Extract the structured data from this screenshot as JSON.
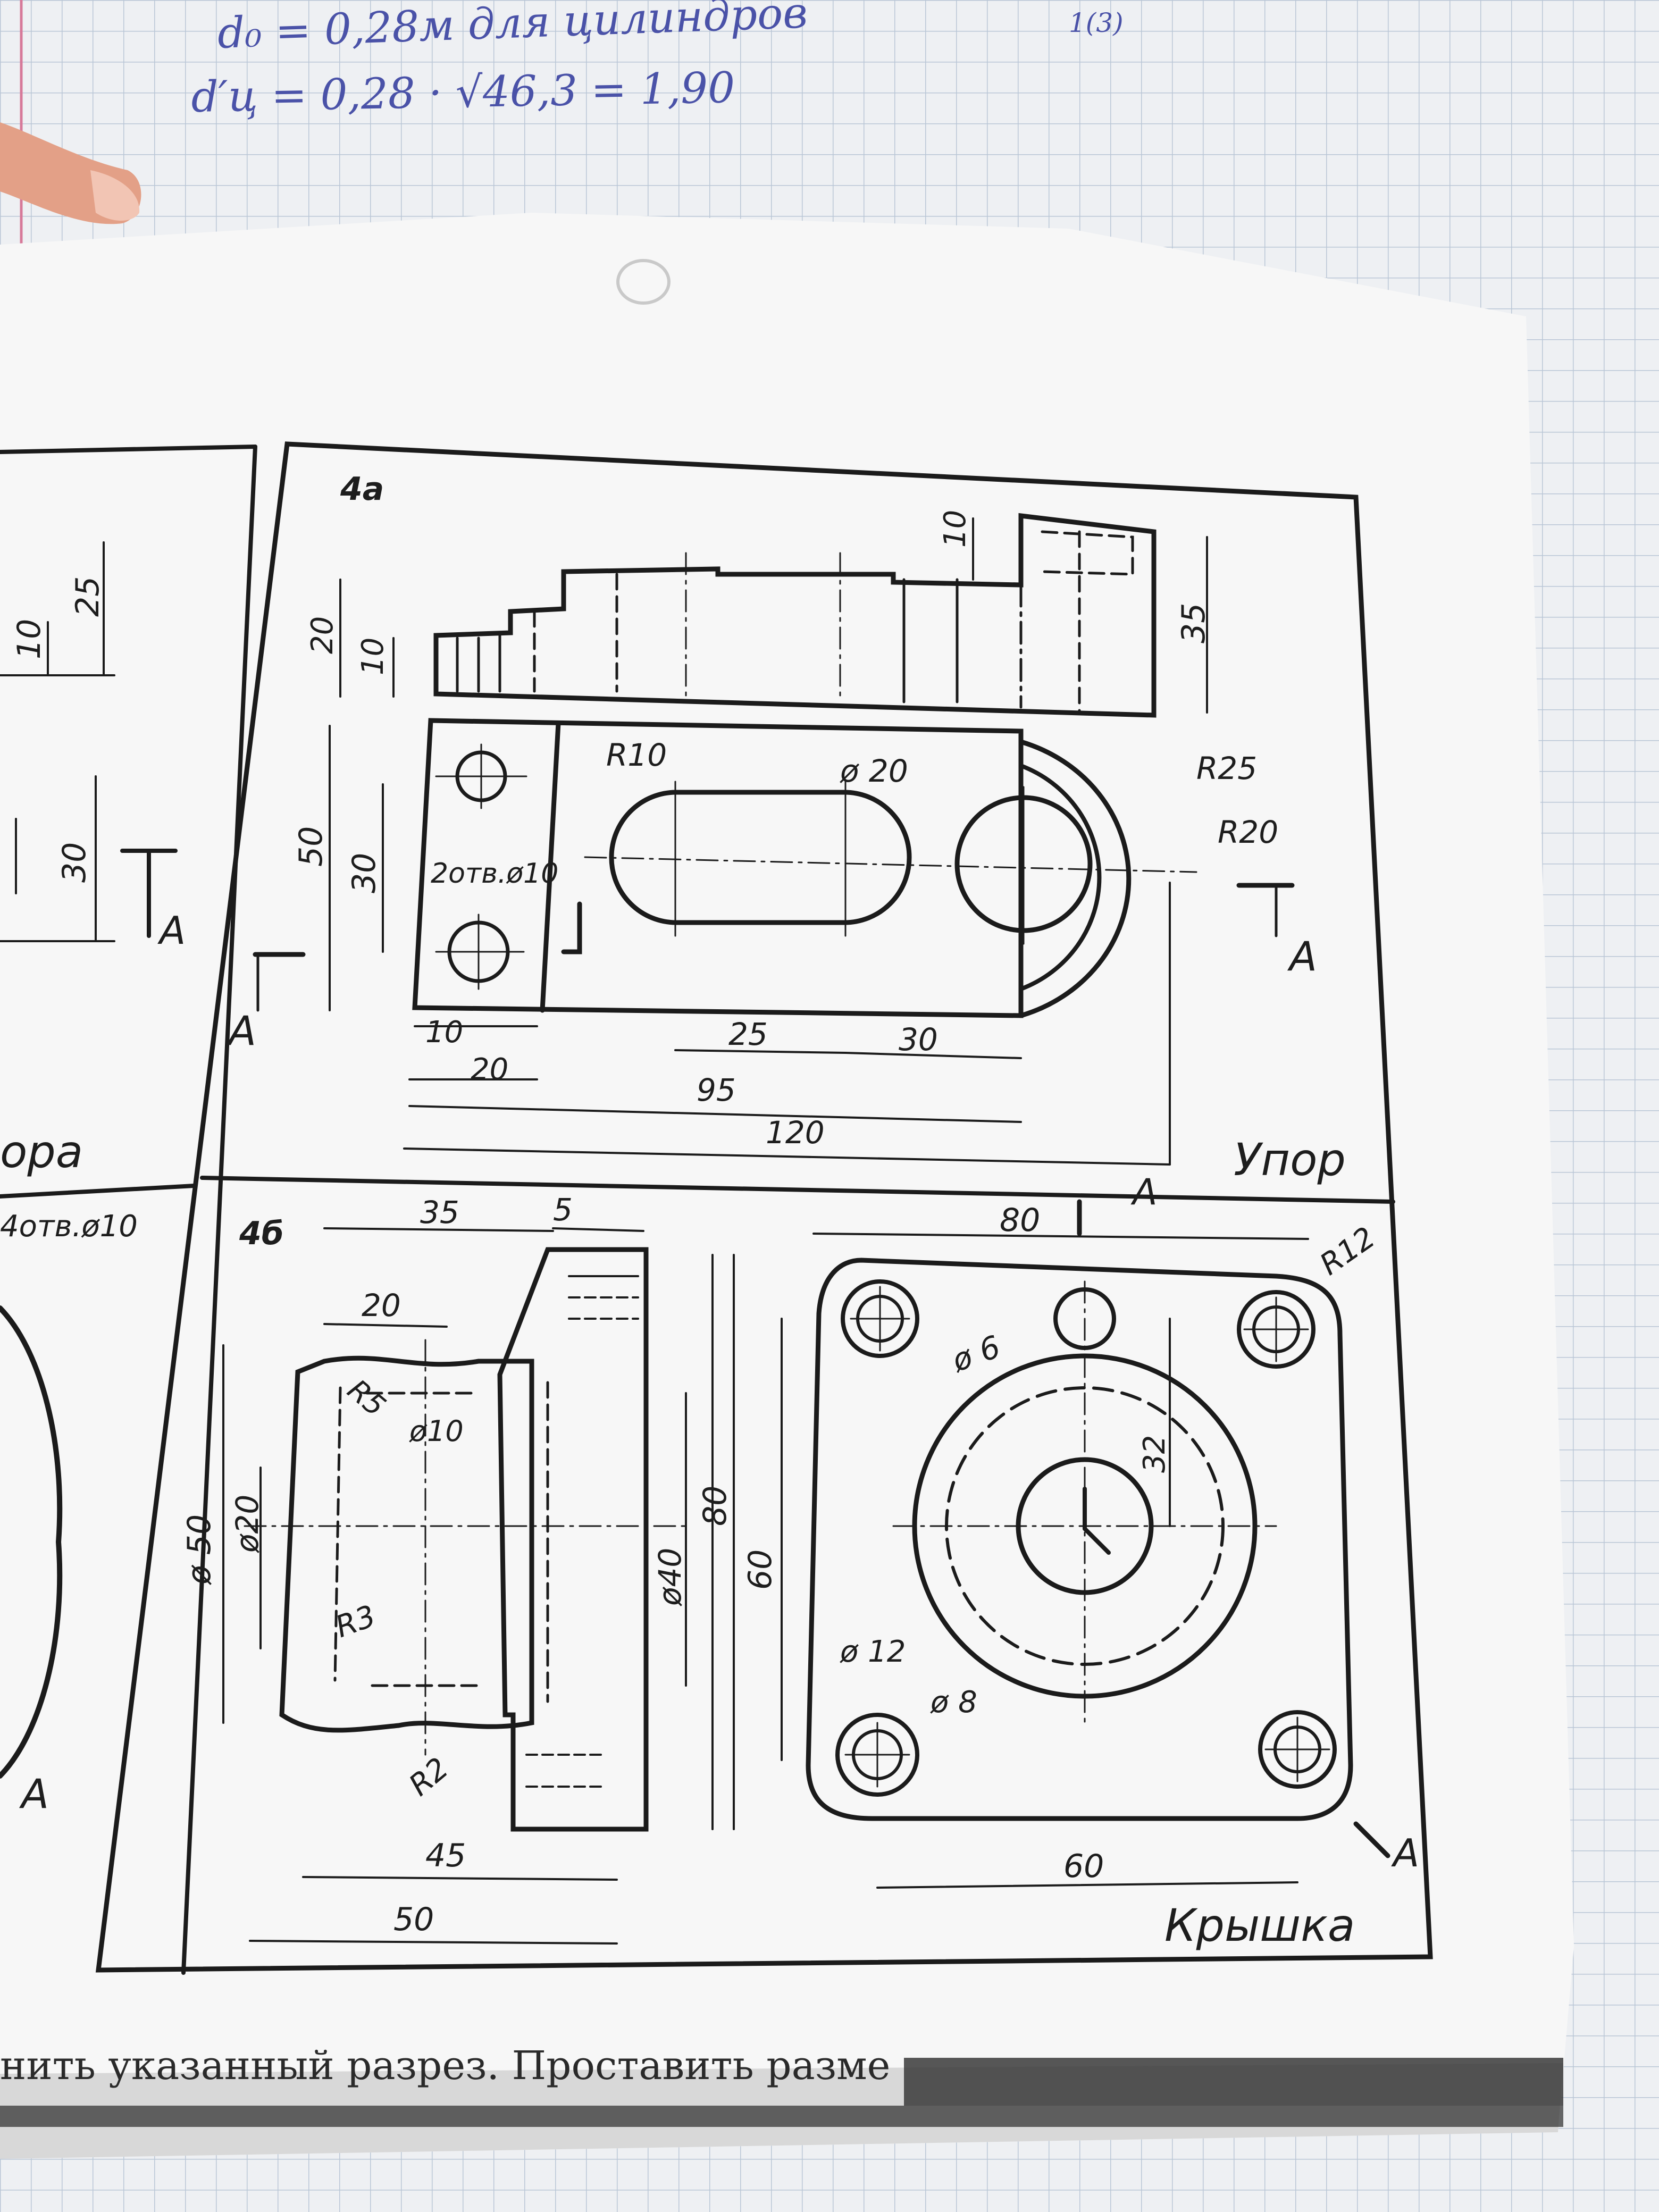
{
  "notebook": {
    "line1": "d₀ = 0,28м     для цилиндров",
    "line2": "d′ц = 0,28 · √46,3 = 1,90",
    "corner": "1(3)"
  },
  "left_panel": {
    "dims": [
      "25",
      "10",
      "30"
    ],
    "section_mark": "A",
    "title_fragment": "ора",
    "note_fragment": "4отв.ø10"
  },
  "exercise_4a": {
    "label": "4а",
    "title": "Упор",
    "dims": {
      "top_10": "10",
      "height_35": "35",
      "h20": "20",
      "h10": "10",
      "w50": "50",
      "w30": "30",
      "r10": "R10",
      "d20": "ø 20",
      "r25": "R25",
      "r20": "R20",
      "holes": "2отв.ø10",
      "d10": "10",
      "d20b": "20",
      "d25": "25",
      "d30": "30",
      "d95": "95",
      "d120": "120"
    },
    "section_mark": "A"
  },
  "exercise_4b": {
    "label": "4б",
    "title": "Крышка",
    "dims": {
      "d35": "35",
      "d5": "5",
      "d20": "20",
      "r5": "R5",
      "phi10": "ø10",
      "phi50": "ø 50",
      "phi20": "ø20",
      "r3": "R3",
      "r2": "R2",
      "phi40": "ø40",
      "d80v": "80",
      "d45": "45",
      "d50": "50",
      "d80": "80",
      "r12": "R12",
      "phi6": "ø 6",
      "d32": "32",
      "d60v": "60",
      "phi12": "ø 12",
      "phi8": "ø 8",
      "d60": "60"
    },
    "section_mark": "A"
  },
  "footer": {
    "caption": "нить указанный разрез. Проставить разме"
  }
}
